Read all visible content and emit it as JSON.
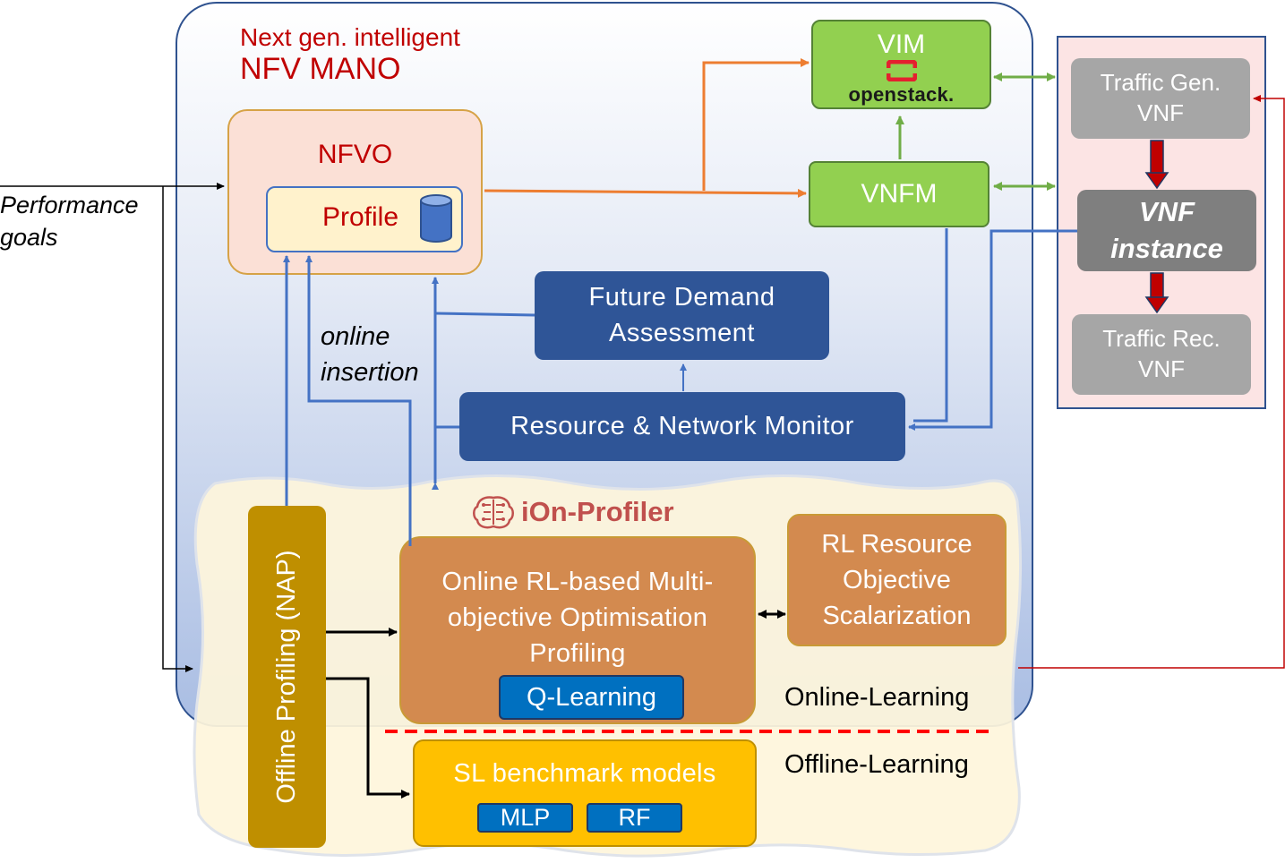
{
  "mano": {
    "title_line1": "Next gen. intelligent",
    "title_line2": "NFV MANO",
    "nfvo_label": "NFVO",
    "profile_label": "Profile",
    "vim_label": "VIM",
    "openstack_label": "openstack.",
    "vnfm_label": "VNFM",
    "future_demand_line1": "Future Demand",
    "future_demand_line2": "Assessment",
    "monitor_label": "Resource & Network Monitor",
    "online_insertion_line1": "online",
    "online_insertion_line2": "insertion"
  },
  "inputs": {
    "performance_goals_line1": "Performance",
    "performance_goals_line2": "goals"
  },
  "vnf_chain": {
    "traffic_gen_line1": "Traffic Gen.",
    "traffic_gen_line2": "VNF",
    "vnf_instance_line1": "VNF",
    "vnf_instance_line2": "instance",
    "traffic_rec_line1": "Traffic Rec.",
    "traffic_rec_line2": "VNF"
  },
  "profiler": {
    "title": "iOn-Profiler",
    "offline_profiling_label": "Offline Profiling (NAP)",
    "online_rl_line1": "Online RL-based Multi-",
    "online_rl_line2": "objective Optimisation",
    "online_rl_line3": "Profiling",
    "q_learning_label": "Q-Learning",
    "rl_resource_line1": "RL Resource",
    "rl_resource_line2": "Objective",
    "rl_resource_line3": "Scalarization",
    "online_learning_label": "Online-Learning",
    "offline_learning_label": "Offline-Learning",
    "sl_benchmark_label": "SL benchmark models",
    "mlp_label": "MLP",
    "rf_label": "RF"
  },
  "colors": {
    "accent_red": "#c00000",
    "dark_blue": "#2f5597",
    "green": "#92d050",
    "orange_arrow": "#ed7d31",
    "blue_arrow": "#4472c4",
    "profiler_orange": "#d38a4f",
    "gold": "#ffc000"
  }
}
